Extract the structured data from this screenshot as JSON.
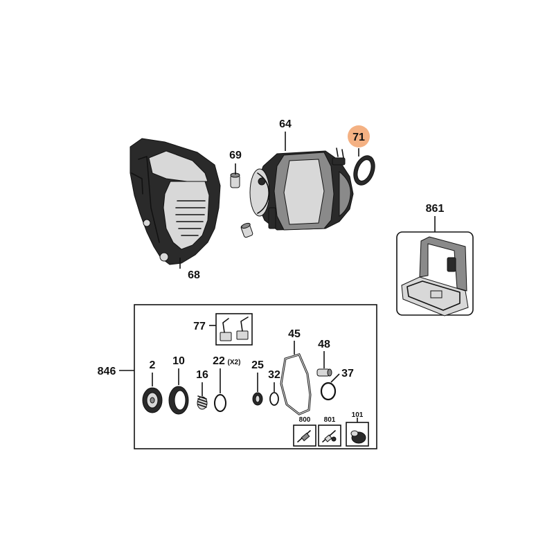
{
  "highlight_color": "#f4b183",
  "ink_color": "#111111",
  "parts": {
    "p64": "64",
    "p69": "69",
    "p71": "71",
    "p68": "68",
    "p861": "861",
    "p846": "846",
    "p77": "77",
    "p45": "45",
    "p48": "48",
    "p2": "2",
    "p10": "10",
    "p16": "16",
    "p22": "22",
    "p22_qty": "(X2)",
    "p25": "25",
    "p32": "32",
    "p37": "37",
    "p800": "800",
    "p801": "801",
    "p101": "101"
  }
}
